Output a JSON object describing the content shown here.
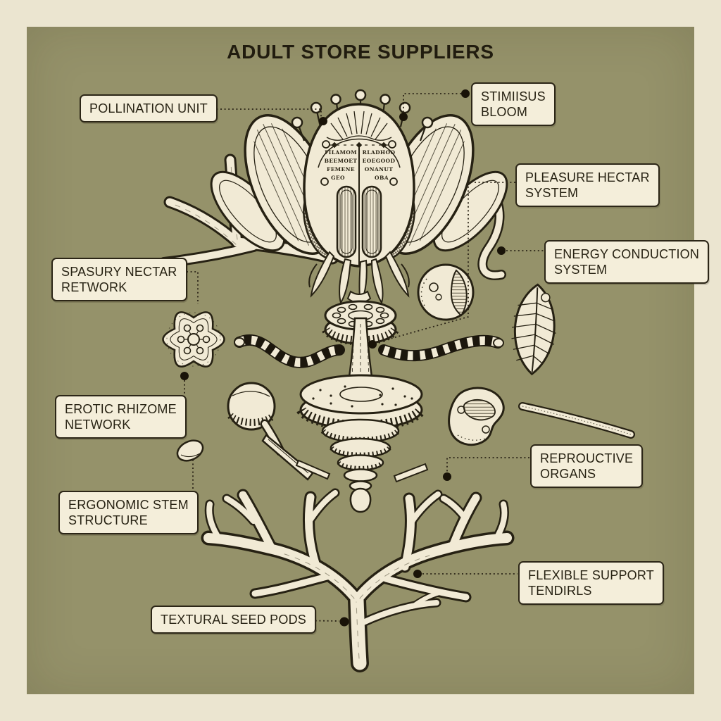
{
  "poster": {
    "title": "ADULT STORE SUPPLIERS",
    "colors": {
      "panel_olive": "#95926a",
      "paper_cream": "#ebe5d0",
      "label_fill": "#f4eeda",
      "ink": "#262113",
      "illustration_fill": "#f1ead5"
    },
    "labels": [
      {
        "id": "pollination-unit",
        "text": "POLLINATION UNIT"
      },
      {
        "id": "stimiisus-bloom",
        "text": "STIMIISUS\nBLOOM"
      },
      {
        "id": "pleasure-hectar",
        "text": "PLEASURE HECTAR\nSYSTEM"
      },
      {
        "id": "energy-conduction",
        "text": "ENERGY CONDUCTION\nSYSTEM"
      },
      {
        "id": "spasury-nectar",
        "text": "SPASURY NECTAR\nRETWORK"
      },
      {
        "id": "erotic-rhizome",
        "text": "EROTIC RHIZOME\nNETWORK"
      },
      {
        "id": "ergonomic-stem",
        "text": "ERGONOMIC STEM\nSTRUCTURE"
      },
      {
        "id": "reproductive-organs",
        "text": "REPROUCTIVE\nORGANS"
      },
      {
        "id": "flexible-support",
        "text": "FLEXIBLE SUPPORT\nTENDIRLS"
      },
      {
        "id": "textural-seed-pods",
        "text": "TEXTURAL SEED PODS"
      }
    ],
    "micro_text": {
      "left": [
        "FILAMOM",
        "BEEMOET",
        "FEMENE",
        "GEO"
      ],
      "right": [
        "RLADHOO",
        "EOEGOOD",
        "ONANUT",
        "OBA"
      ]
    }
  }
}
